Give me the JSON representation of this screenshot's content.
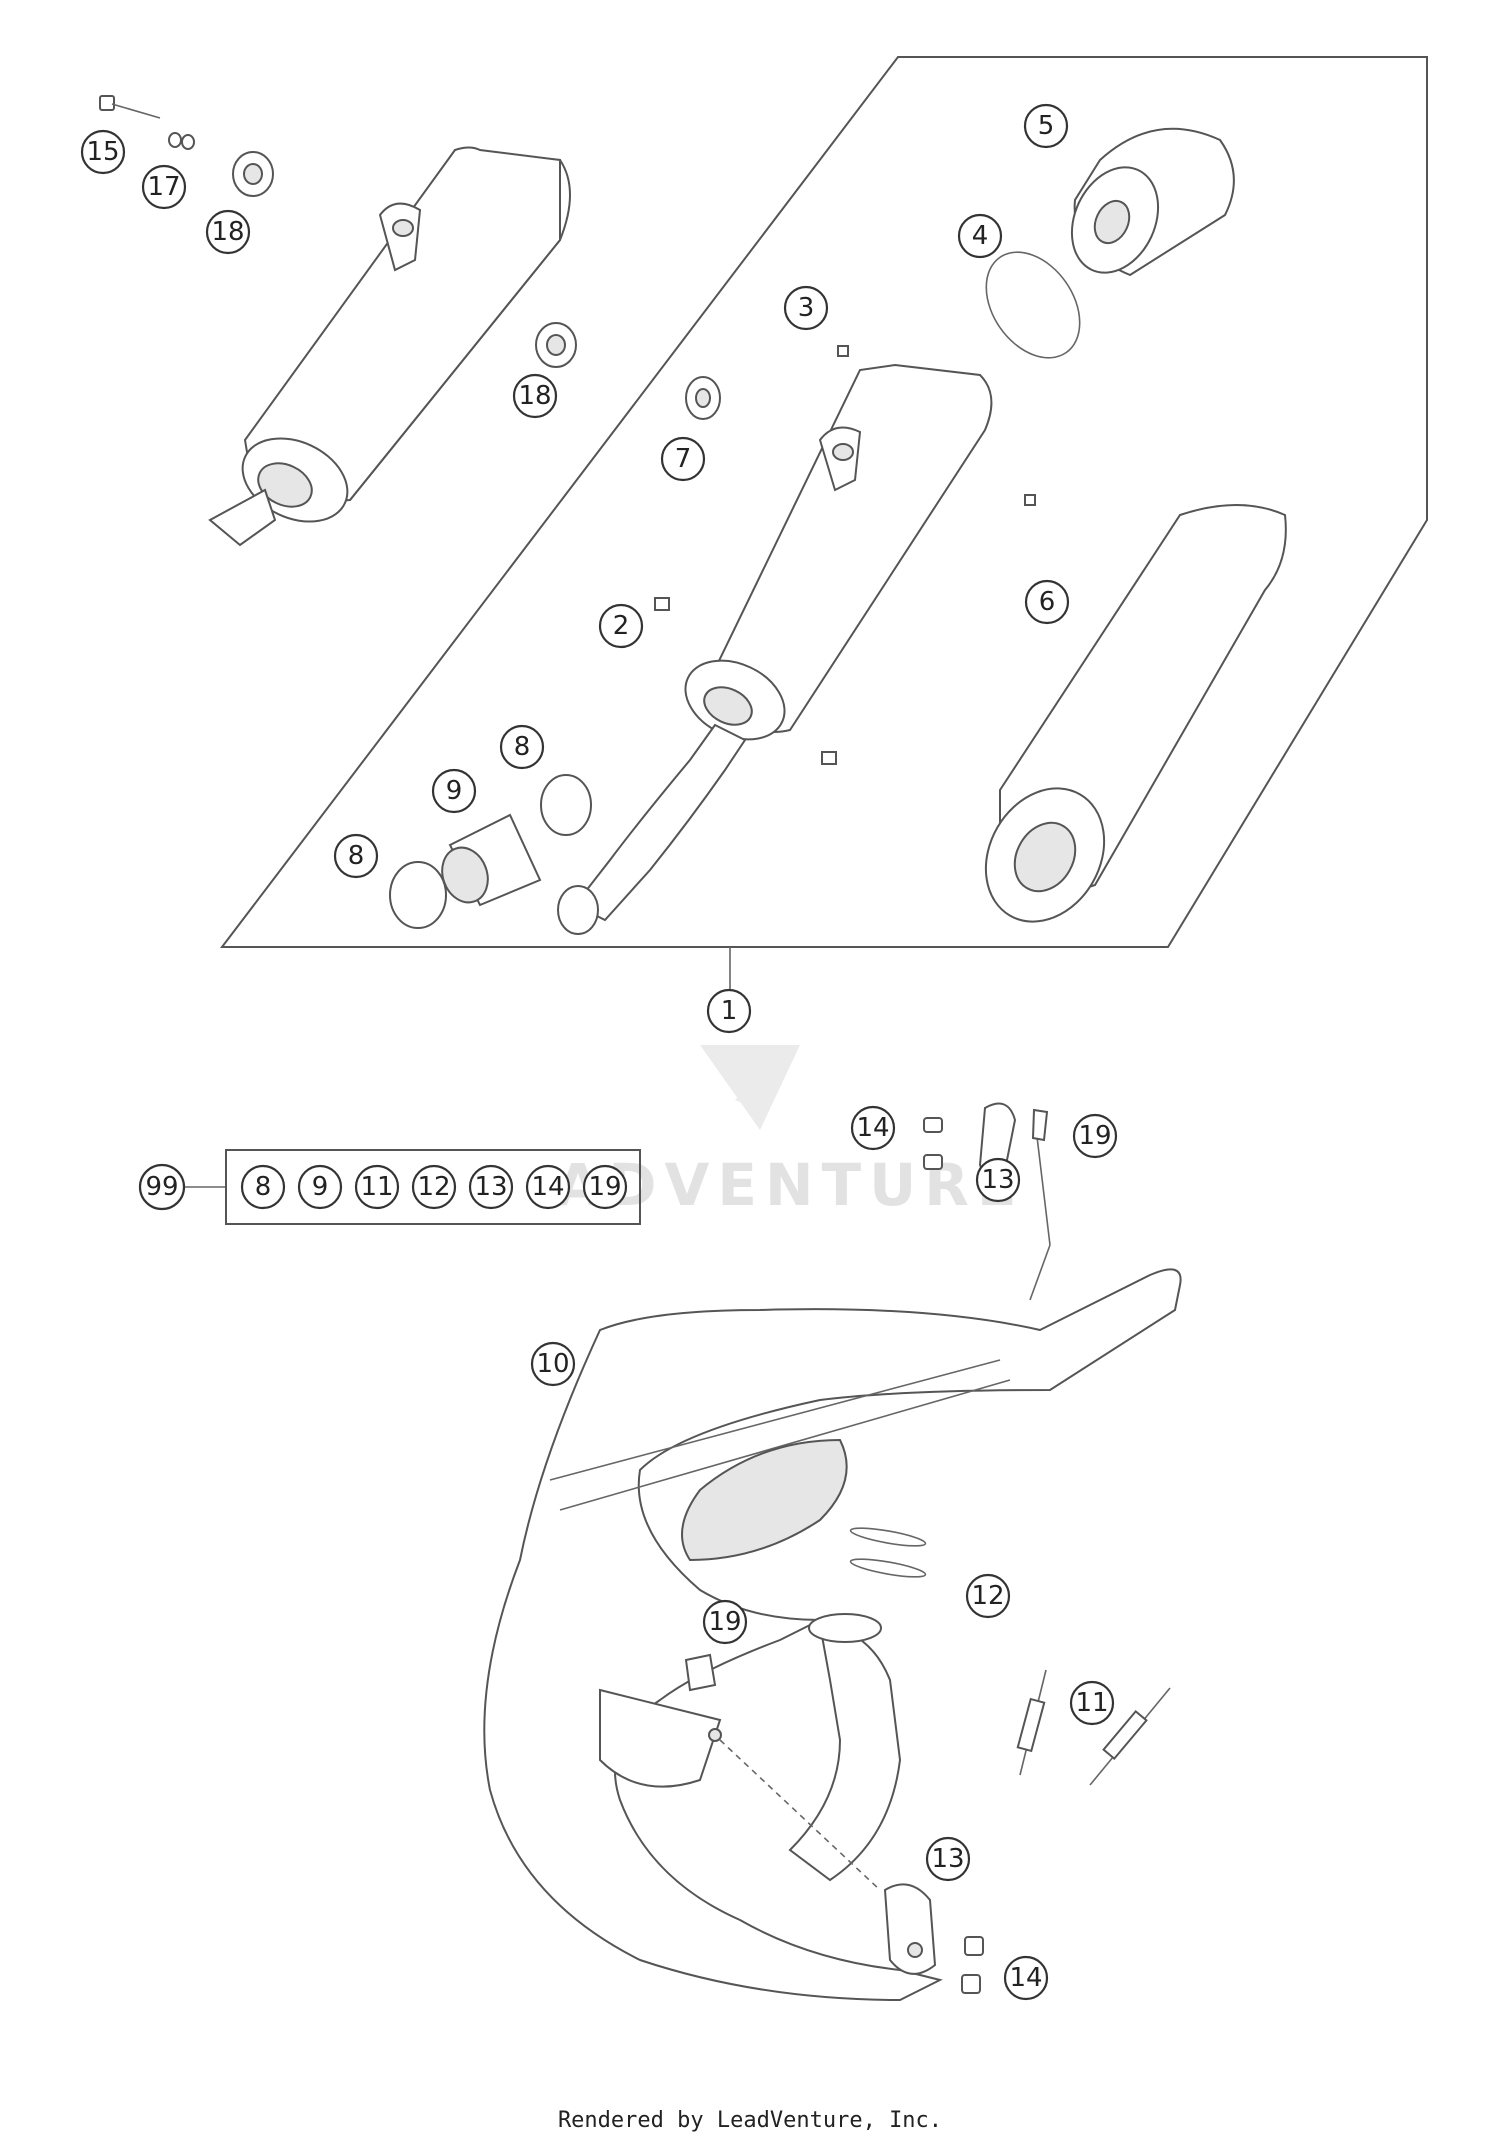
{
  "diagram": {
    "callouts": [
      "1",
      "2",
      "3",
      "4",
      "5",
      "6",
      "7",
      "8",
      "8",
      "9",
      "10",
      "11",
      "12",
      "13",
      "13",
      "14",
      "14",
      "15",
      "17",
      "18",
      "18",
      "19",
      "19"
    ],
    "kit": {
      "label": "99",
      "items": [
        "8",
        "9",
        "11",
        "12",
        "13",
        "14",
        "19"
      ]
    },
    "watermark": "ADVENTURE"
  },
  "footer": {
    "text": "Rendered by LeadVenture, Inc."
  },
  "colors": {
    "line": "#555555",
    "background": "#ffffff",
    "watermark": "#cccccc"
  }
}
